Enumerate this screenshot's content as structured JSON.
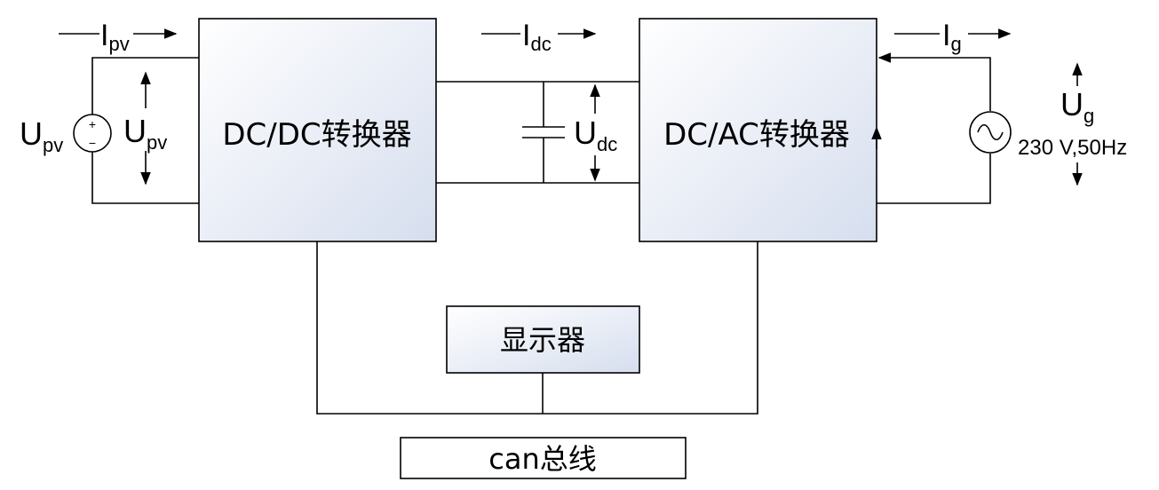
{
  "blocks": {
    "dcdc": "DC/DC转换器",
    "dcac": "DC/AC转换器",
    "display": "显示器",
    "can_bus": "can总线"
  },
  "labels": {
    "ipv_main": "I",
    "ipv_sub": "pv",
    "idc_main": "I",
    "idc_sub": "dc",
    "ig_main": "I",
    "ig_sub": "g",
    "upv_src_main": "U",
    "upv_src_sub": "pv",
    "upv_main": "U",
    "upv_sub": "pv",
    "udc_main": "U",
    "udc_sub": "dc",
    "ug_main": "U",
    "ug_sub": "g",
    "grid_spec": "230 V,50Hz",
    "src_plus": "+",
    "src_minus": "−"
  },
  "colors": {
    "block_gradient_start": "#ffffff",
    "block_gradient_end": "#d9e0ee",
    "line": "#000000"
  }
}
